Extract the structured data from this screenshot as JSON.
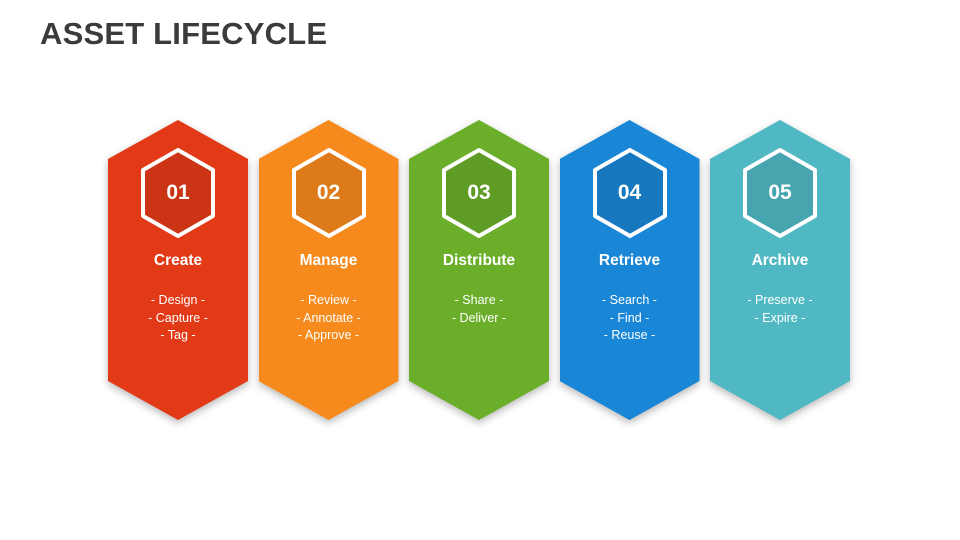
{
  "title": "ASSET LIFECYCLE",
  "steps": [
    {
      "num": "01",
      "name": "Create",
      "color": "#e23a17",
      "items": [
        "- Design -",
        "- Capture -",
        "- Tag -"
      ]
    },
    {
      "num": "02",
      "name": "Manage",
      "color": "#f78a1d",
      "items": [
        "- Review -",
        "- Annotate -",
        "- Approve -"
      ]
    },
    {
      "num": "03",
      "name": "Distribute",
      "color": "#6aae2a",
      "items": [
        "- Share -",
        "- Deliver -"
      ]
    },
    {
      "num": "04",
      "name": "Retrieve",
      "color": "#1a86d6",
      "items": [
        "- Search -",
        "- Find -",
        "- Reuse -"
      ]
    },
    {
      "num": "05",
      "name": "Archive",
      "color": "#4fb8c2",
      "items": [
        "- Preserve -",
        "- Expire -"
      ]
    }
  ]
}
